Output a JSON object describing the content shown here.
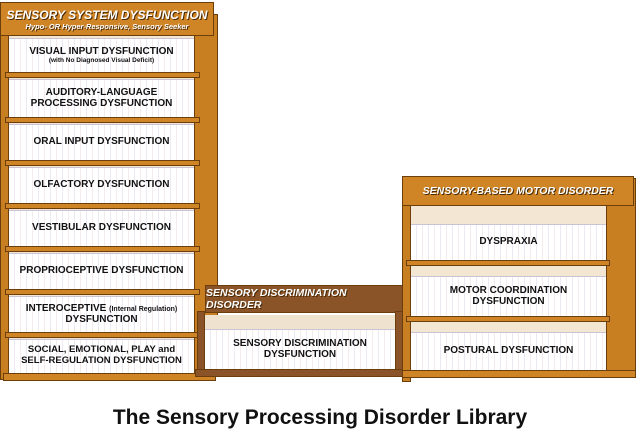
{
  "caption": "The Sensory Processing Disorder Library",
  "colors": {
    "wood": "#cf8526",
    "dark_wood": "#8a5328",
    "edge": "#6b3e0c"
  },
  "left_case": {
    "title": "SENSORY SYSTEM DYSFUNCTION",
    "subtitle": "Hypo- OR Hyper-Responsive, Sensory Seeker",
    "shelves": [
      {
        "main": "VISUAL INPUT DYSFUNCTION",
        "note": "(with No Diagnosed Visual Deficit)"
      },
      {
        "line1": "AUDITORY-LANGUAGE",
        "line2": "PROCESSING DYSFUNCTION"
      },
      {
        "main": "ORAL INPUT DYSFUNCTION"
      },
      {
        "main": "OLFACTORY DYSFUNCTION"
      },
      {
        "main": "VESTIBULAR DYSFUNCTION"
      },
      {
        "main": "PROPRIOCEPTIVE DYSFUNCTION"
      },
      {
        "line1": "INTEROCEPTIVE",
        "note": "(Internal Regulation)",
        "line2": "DYSFUNCTION"
      },
      {
        "line1": "SOCIAL, EMOTIONAL, PLAY and",
        "line2": "SELF-REGULATION DYSFUNCTION"
      }
    ]
  },
  "middle_case": {
    "title": "SENSORY DISCRIMINATION DISORDER",
    "shelf": {
      "line1": "SENSORY DISCRIMINATION",
      "line2": "DYSFUNCTION"
    }
  },
  "right_case": {
    "title": "SENSORY-BASED MOTOR DISORDER",
    "shelves": [
      {
        "main": "DYSPRAXIA"
      },
      {
        "line1": "MOTOR COORDINATION",
        "line2": "DYSFUNCTION"
      },
      {
        "main": "POSTURAL DYSFUNCTION"
      }
    ]
  }
}
